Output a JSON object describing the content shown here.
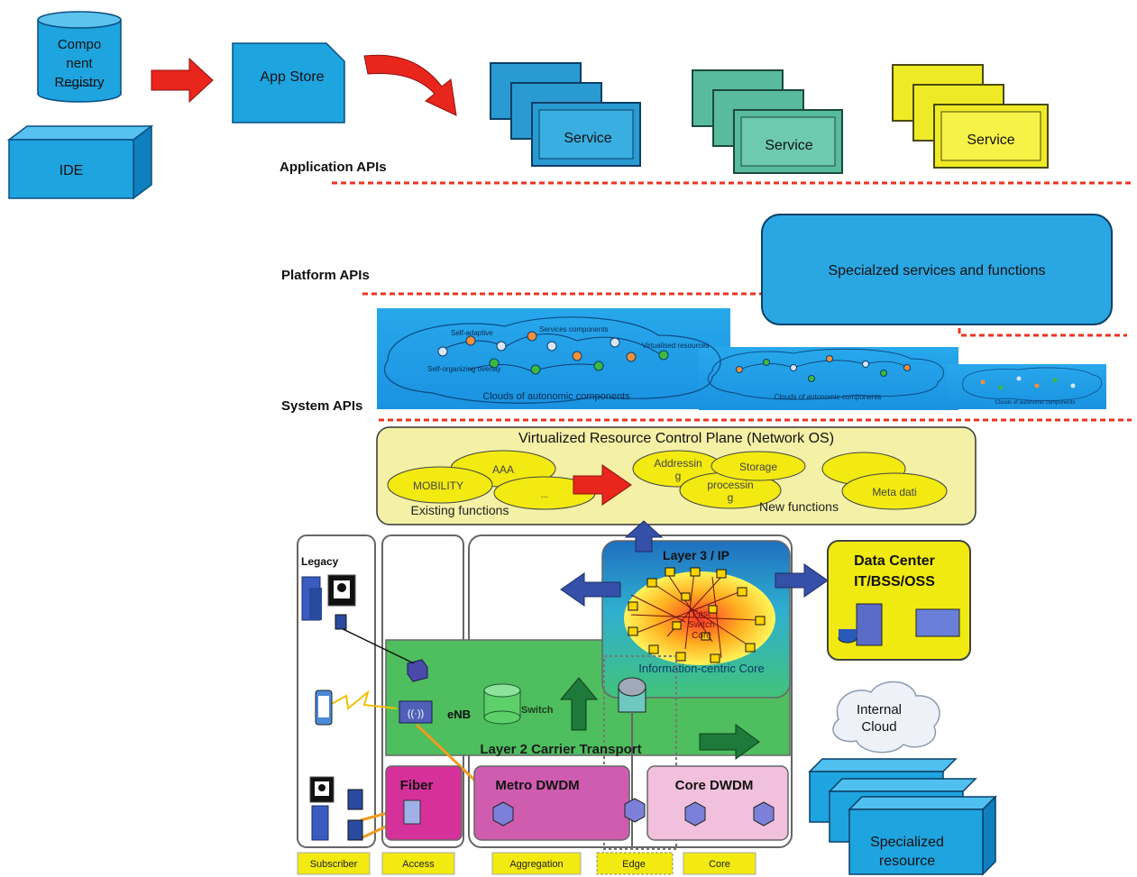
{
  "top": {
    "registry": [
      "Compo",
      "nent",
      "Registry"
    ],
    "ide": "IDE",
    "app_store": "App Store",
    "service_label": "Service",
    "service_colors": [
      "#2f9fd8",
      "#5bbfa0",
      "#f2ef2a"
    ]
  },
  "api_labels": {
    "application": "Application APIs",
    "platform": "Platform APIs",
    "system": "System APIs"
  },
  "specialized": "Specialzed services and functions",
  "clouds": {
    "caption": "Clouds of autonomic components",
    "self_adaptive": "Self-adaptive",
    "services_components": "Services components",
    "virtualised_resources": "Virtualised resources",
    "self_organizing": "Self-organizing overlay"
  },
  "control_plane": {
    "title": "Virtualized  Resource Control Plane (Network OS)",
    "aaa": "AAA",
    "mobility": "MOBILITY",
    "ellipsis": "...",
    "addressing": [
      "Addressin",
      "g"
    ],
    "storage": "Storage",
    "processing": [
      "processin",
      "g"
    ],
    "meta": "Meta dati",
    "existing": "Existing functions",
    "new": "New functions"
  },
  "network": {
    "legacy": "Legacy",
    "enb": "eNB",
    "switch": "Switch",
    "layer3": "Layer 3 /  IP",
    "fast_core": [
      "Fast",
      "Switch",
      "Core"
    ],
    "info_core": "Information-centric Core",
    "layer2": "Layer 2 Carrier Transport",
    "fiber": "Fiber",
    "metro": "Metro DWDM",
    "core_dwdm": "Core DWDM",
    "datacenter": [
      "Data Center",
      "IT/BSS/OSS"
    ],
    "internal_cloud": [
      "Internal",
      "Cloud"
    ],
    "specialized_resource": [
      "Specialized",
      "resource"
    ],
    "bottom_labels": [
      "Subscriber",
      "Access",
      "Aggregation",
      "Edge",
      "Core"
    ]
  }
}
